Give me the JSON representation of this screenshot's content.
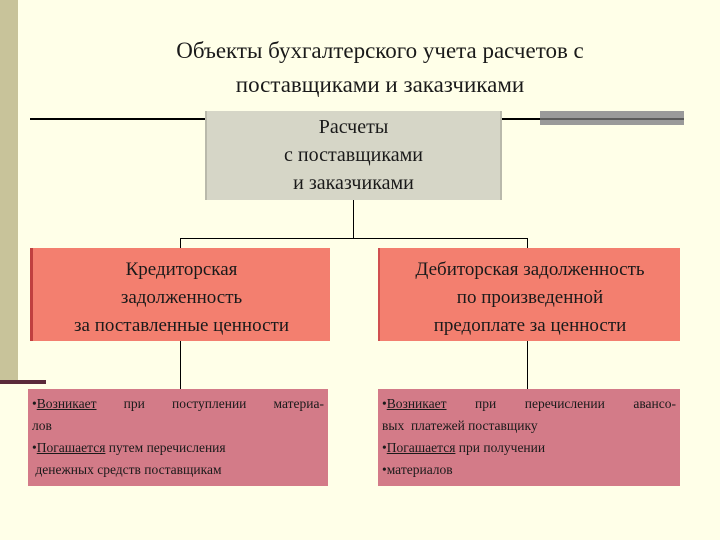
{
  "title": {
    "line1": "Объекты бухгалтерского учета расчетов с",
    "line2": "поставщиками и заказчиками"
  },
  "top_box": {
    "line1": "Расчеты",
    "line2": "с поставщиками",
    "line3": "и заказчиками"
  },
  "left_category": {
    "line1": "Кредиторская",
    "line2": "задолженность",
    "line3": "за поставленные ценности"
  },
  "right_category": {
    "line1": "Дебиторская задолженность",
    "line2": "по произведенной",
    "line3": "предоплате за ценности"
  },
  "left_details": {
    "bullet": "•",
    "item1_keyword": "Возникает",
    "item1_text_a": " при поступлении материа-",
    "item1_text_b": "лов",
    "item2_keyword": "Погашается",
    "item2_text_a": " путем перечисления",
    "item2_text_b": " денежных средств поставщикам"
  },
  "right_details": {
    "bullet": "•",
    "item1_keyword": "Возникает",
    "item1_text_a": " при перечислении авансо-",
    "item1_text_b": "вых  платежей поставщику",
    "item2_keyword": "Погашается",
    "item2_text_a": " при получении",
    "item3_text": "материалов"
  },
  "colors": {
    "background": "#ffffe8",
    "top_box": "#d6d6c7",
    "category_box": "#f37f6f",
    "details_box": "#d37b88"
  }
}
